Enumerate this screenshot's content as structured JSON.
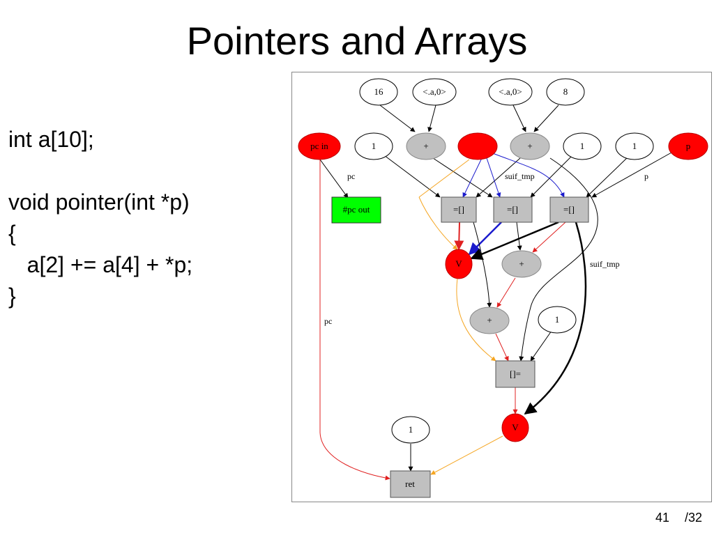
{
  "slide": {
    "title": "Pointers and Arrays",
    "page_current": "41",
    "page_total": "/32"
  },
  "code": {
    "lines": [
      "int a[10];",
      "",
      "void pointer(int *p)",
      "{",
      "   a[2] += a[4] + *p;",
      "}"
    ]
  },
  "colors": {
    "red": "#ff0000",
    "gray": "#c0c0c0",
    "green": "#00ff00",
    "orange": "#f5a623",
    "blue": "#1a1acc",
    "edge_red": "#e02020",
    "edge_black": "#000000"
  },
  "graph": {
    "nodes": {
      "n16": "16",
      "a0_left": "<.a,0>",
      "a0_right": "<.a,0>",
      "n8": "8",
      "pcin": "pc in",
      "one_a": "1",
      "plus1": "+",
      "red_top": "",
      "plus2": "+",
      "one_b": "1",
      "one_c": "1",
      "p": "p",
      "pcout": "#pc out",
      "ld1": "=[]",
      "ld2": "=[]",
      "ld3": "=[]",
      "v1": "V",
      "plus3": "+",
      "plus4": "+",
      "one_d": "1",
      "store": "[]=",
      "v2": "V",
      "one_e": "1",
      "ret": "ret"
    },
    "edge_labels": {
      "pc1": "pc",
      "suif1": "suif_tmp",
      "p_lbl": "p",
      "suif2": "suif_tmp",
      "pc2": "pc"
    }
  }
}
